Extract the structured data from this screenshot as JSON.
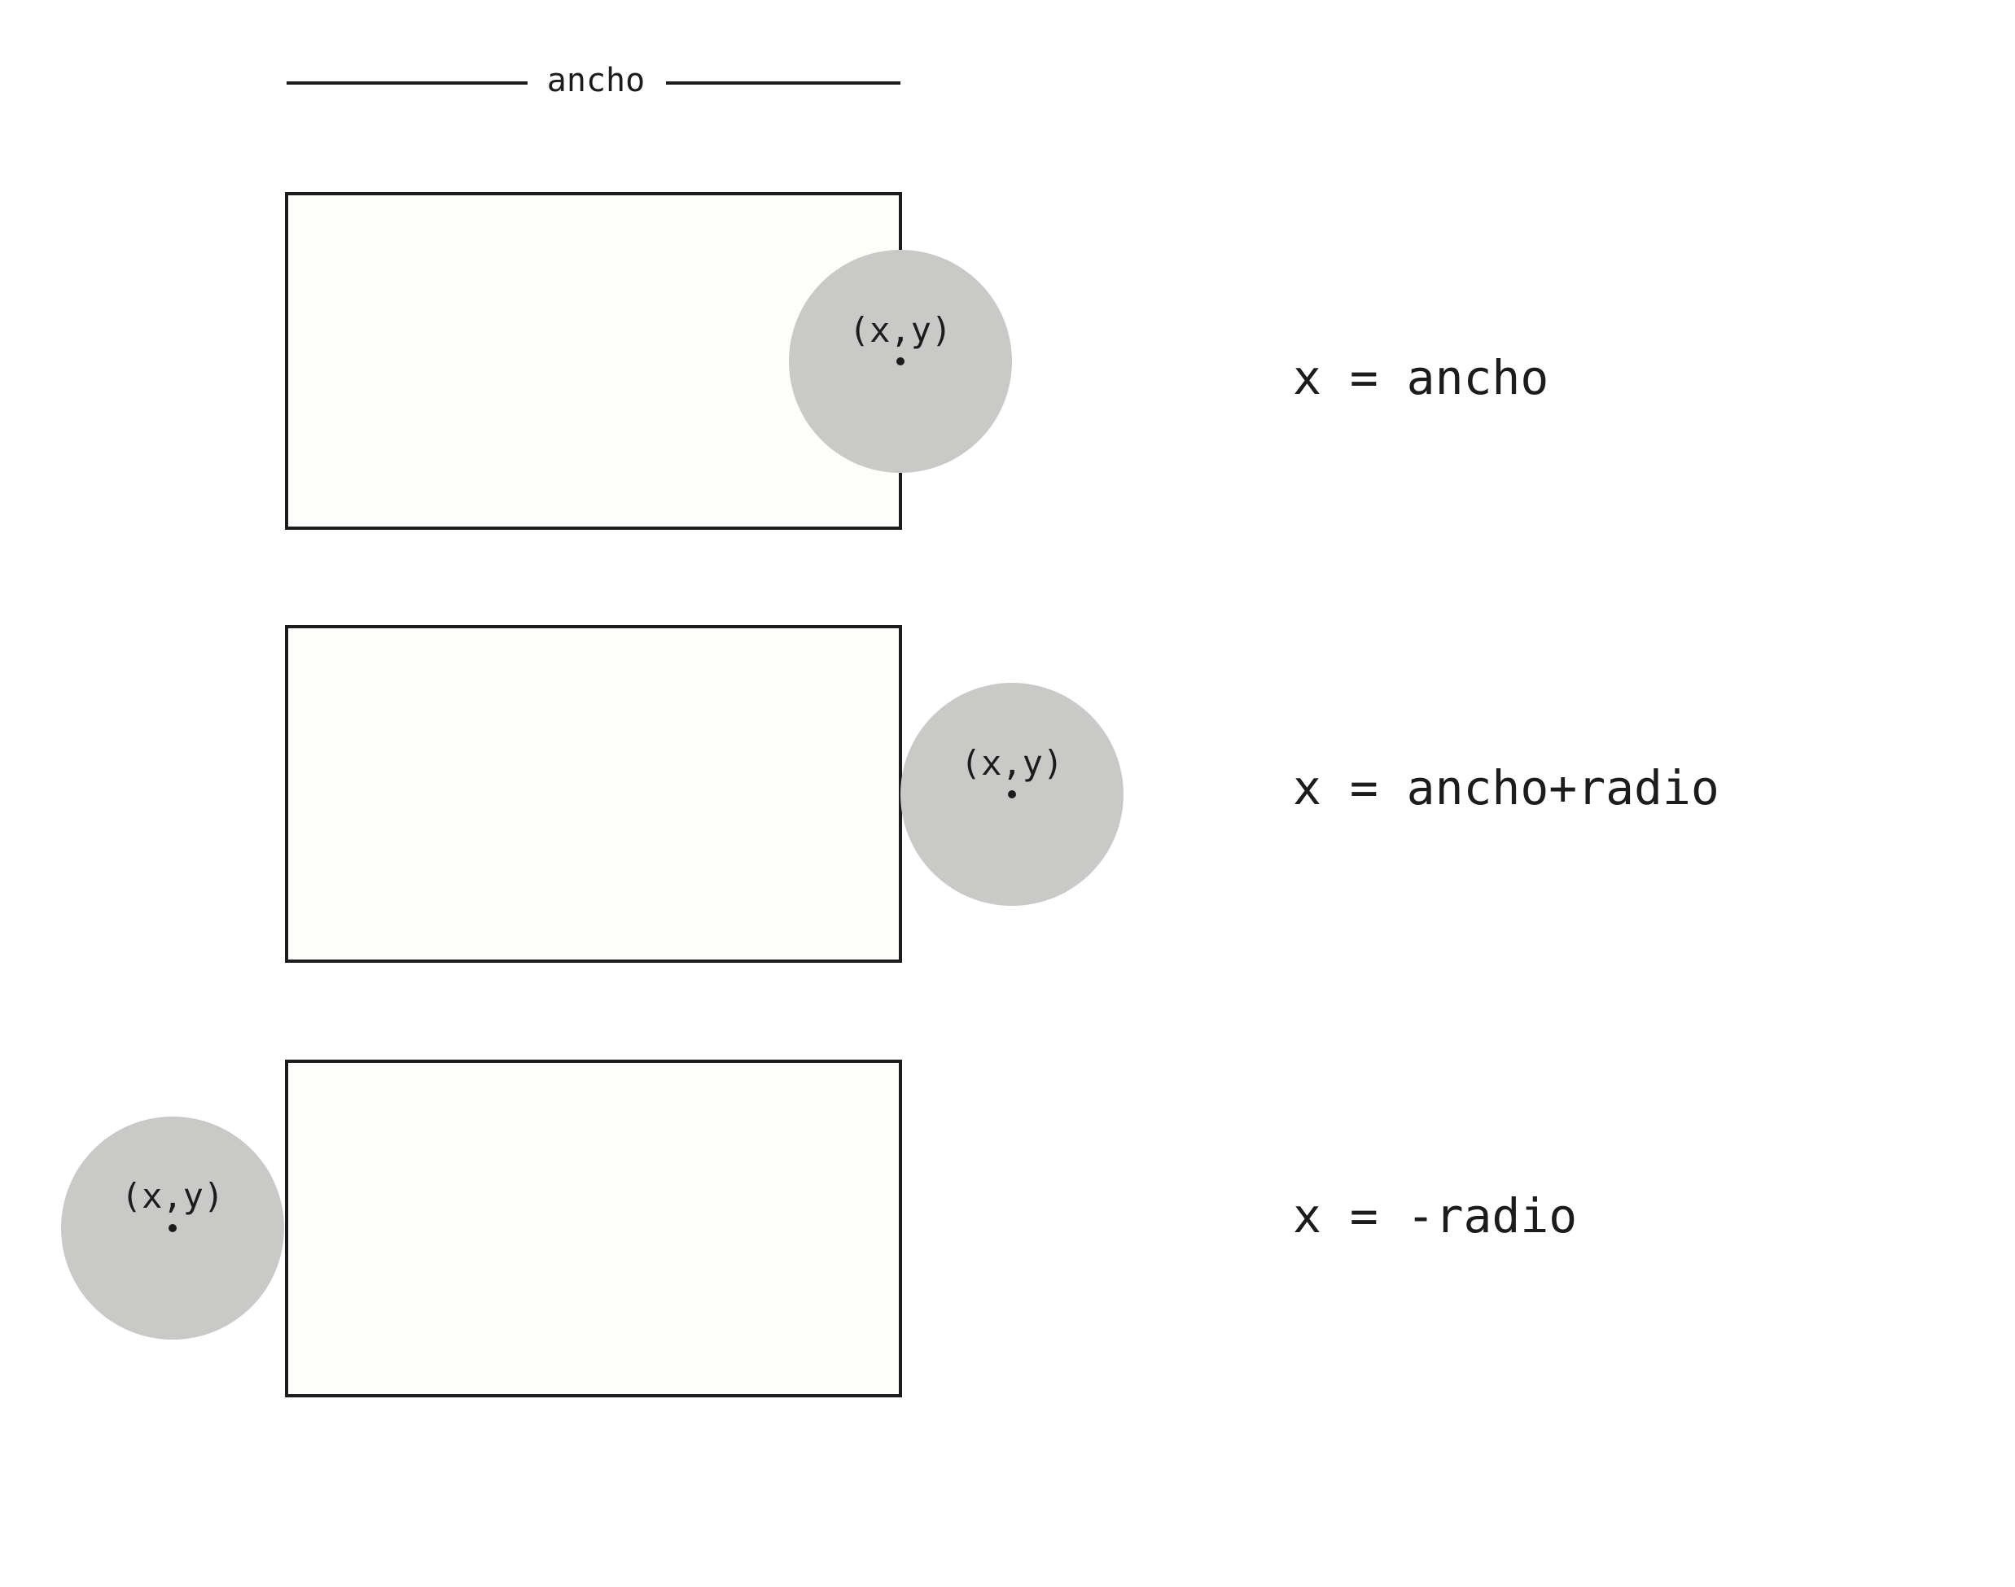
{
  "width_annotation": {
    "label": "ancho"
  },
  "cases": [
    {
      "point_label": "(x,y)",
      "equation": "x = ancho"
    },
    {
      "point_label": "(x,y)",
      "equation": "x = ancho+radio"
    },
    {
      "point_label": "(x,y)",
      "equation": "x = -radio"
    }
  ],
  "colors": {
    "rect_fill": "#fdfdfc",
    "rect_stroke": "#1c1c1c",
    "circle_fill": "#c9c9c8",
    "ink": "#1c1c1c"
  }
}
